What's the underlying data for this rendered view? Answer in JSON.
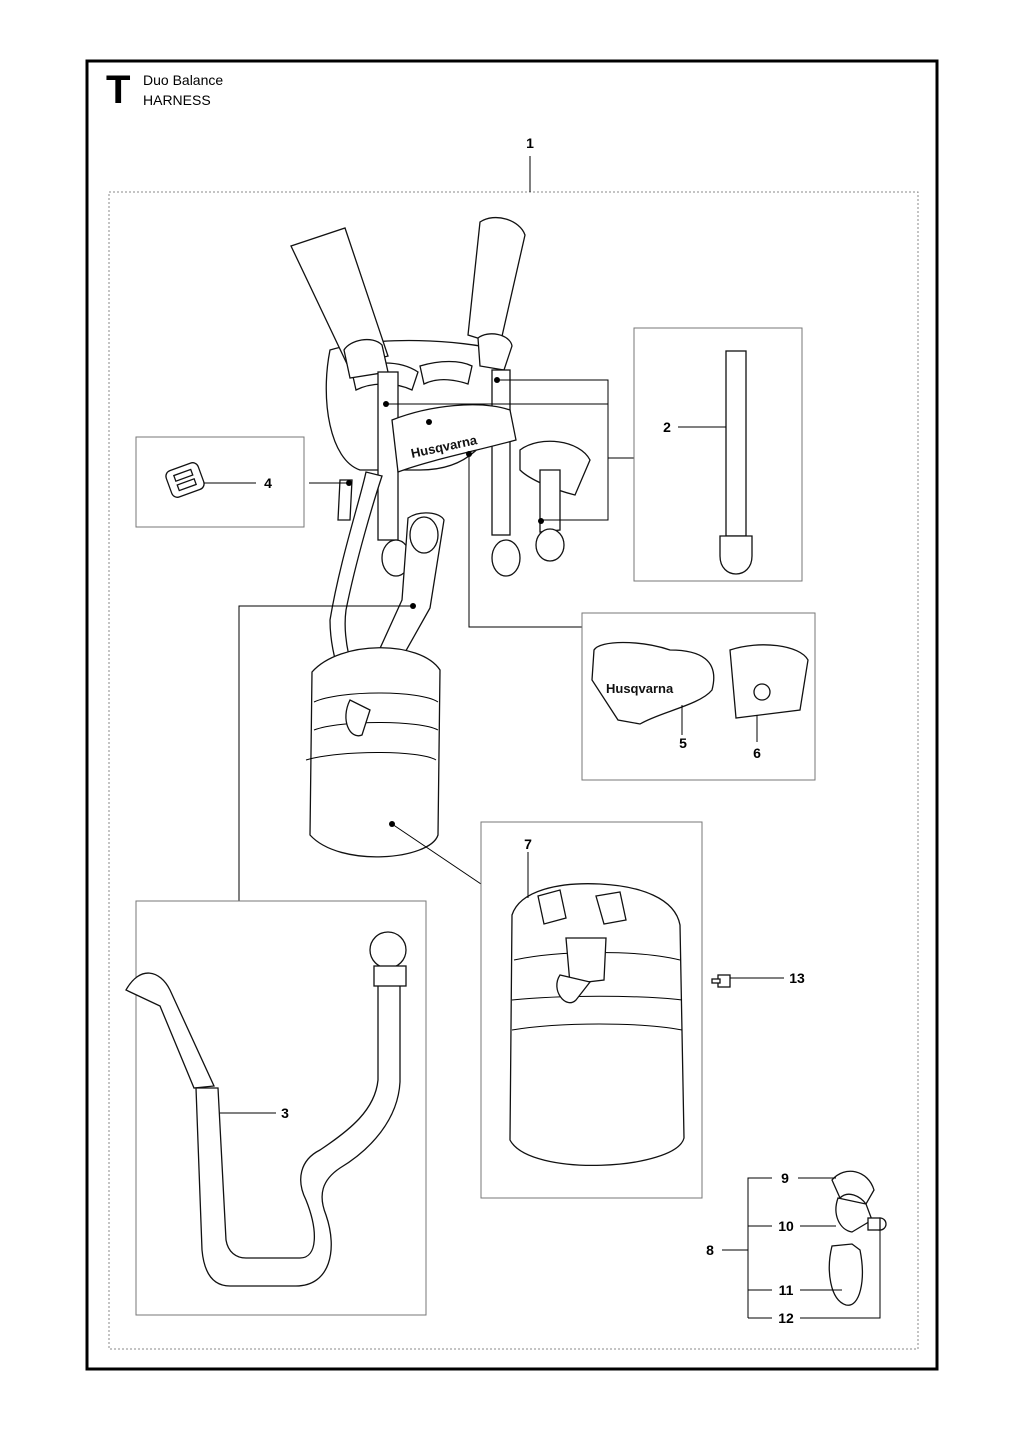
{
  "header": {
    "section_letter": "T",
    "model": "Duo Balance",
    "title": "HARNESS"
  },
  "callouts": {
    "c1": "1",
    "c2": "2",
    "c3": "3",
    "c4": "4",
    "c5": "5",
    "c6": "6",
    "c7": "7",
    "c8": "8",
    "c9": "9",
    "c10": "10",
    "c11": "11",
    "c12": "12",
    "c13": "13"
  },
  "brand": {
    "logo_text": "Husqvarna"
  }
}
